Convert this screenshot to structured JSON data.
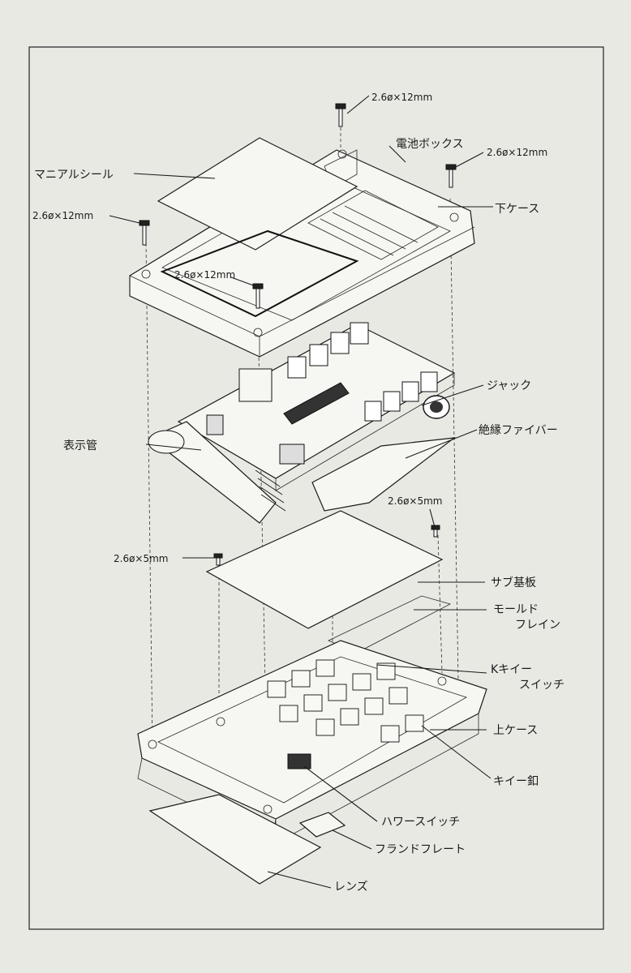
{
  "labels": {
    "battery_box": "電池ボックス",
    "manual_seal": "マニアルシール",
    "lower_case": "下ケース",
    "jack": "ジャック",
    "display_tube": "表示管",
    "insulation_fiber": "絶縁ファイバー",
    "sub_board": "サブ基板",
    "mold_frame_1": "モールド",
    "mold_frame_2": "フレイン",
    "k_key_switch_1": "Kキイー",
    "k_key_switch_2": "スイッチ",
    "upper_case": "上ケース",
    "key_top": "キイー釦",
    "power_switch": "ハワースイッチ",
    "brand_plate": "フランドフレート",
    "lens": "レンズ"
  },
  "screws": {
    "top_center": "2.6ø×12mm",
    "top_right": "2.6ø×12mm",
    "left": "2.6ø×12mm",
    "inner": "2.6ø×12mm",
    "mid_right": "2.6ø×5mm",
    "mid_left": "2.6ø×5mm"
  }
}
